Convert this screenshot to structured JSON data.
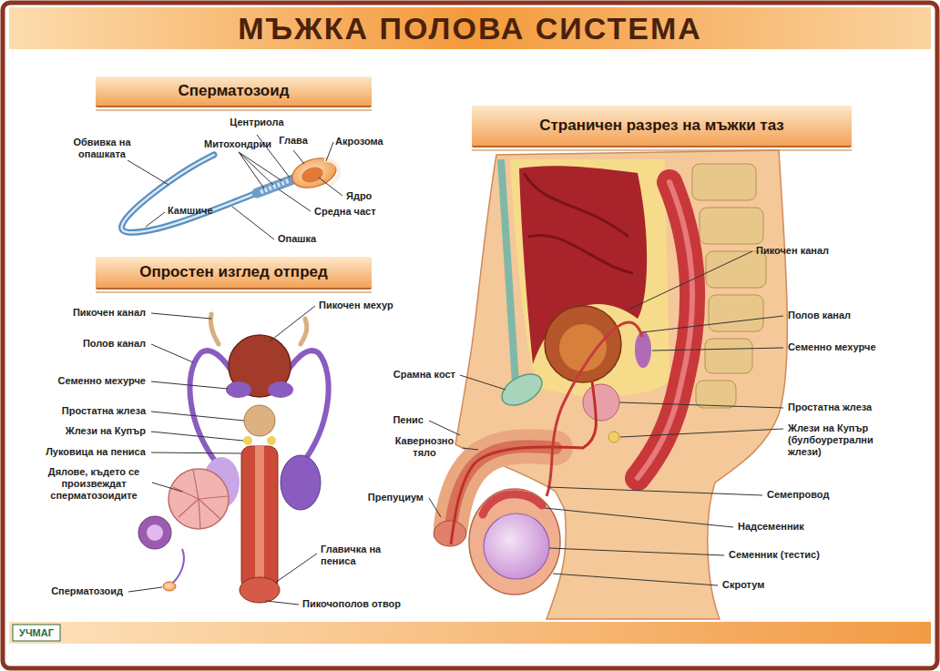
{
  "diagram": {
    "title": "МЪЖКА ПОЛОВА СИСТЕМА",
    "nodes": [
      {
        "text": [
          "Сперматозоид"
        ]
      },
      {
        "text": [
          "Опростен изглед отпред"
        ]
      },
      {
        "text": [
          "Страничен разрез на мъжки таз"
        ]
      }
    ],
    "labels": [
      "Обвивка на опашката",
      "Митохондрии",
      "Центриола",
      "Глава",
      "Акрозома",
      "Ядро",
      "Средна част",
      "Камшиче",
      "Опашка",
      "Пикочен канал",
      "Полов канал",
      "Семенно мехурче",
      "Простатна жлеза",
      "Жлези на Купър",
      "Луковица на пениса",
      "Дялове, където се произвеждат сперматозоидите",
      "Сперматозоид",
      "Пикочен мехур",
      "Главичка на пениса",
      "Пикочополов отвор",
      "Пикочен канал",
      "Полов канал",
      "Семенно мехурче",
      "Простатна жлеза",
      "Жлези на Купър (булбоуретрални жлези)",
      "Семепровод",
      "Надсеменник",
      "Семенник (тестис)",
      "Скротум",
      "Срамна кост",
      "Пенис",
      "Кавернозно тяло",
      "Препуциум",
      "УЧМАГ"
    ]
  }
}
